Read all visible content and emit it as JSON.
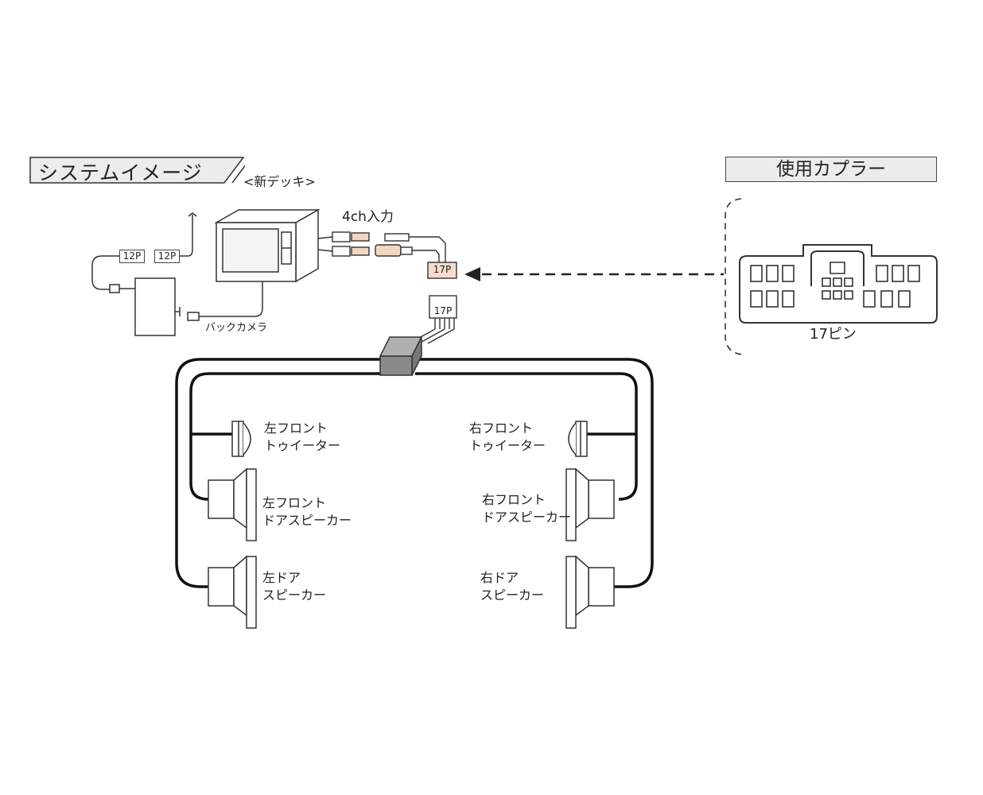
{
  "headings": {
    "system_image": "システムイメージ",
    "coupler": "使用カプラー"
  },
  "labels": {
    "new_deck": "<新デッキ>",
    "input_4ch": "4ch入力",
    "back_camera": "バックカメラ",
    "connector_12p_a": "12P",
    "connector_12p_b": "12P",
    "connector_17p_a": "17P",
    "connector_17p_b": "17P",
    "pin_17": "17ピン"
  },
  "speakers": {
    "left_front_tweeter": [
      "左フロント",
      "トゥイーター"
    ],
    "right_front_tweeter": [
      "右フロント",
      "トゥイーター"
    ],
    "left_front_door": [
      "左フロント",
      "ドアスピーカー"
    ],
    "right_front_door": [
      "右フロント",
      "ドアスピーカー"
    ],
    "left_door": [
      "左ドア",
      "スピーカー"
    ],
    "right_door": [
      "右ドア",
      "スピーカー"
    ]
  },
  "colors": {
    "connector_17p_fill": "#f8dccc",
    "rca_plug_fill": "#f2d6c0",
    "junction_box": "#8a8a8a"
  }
}
